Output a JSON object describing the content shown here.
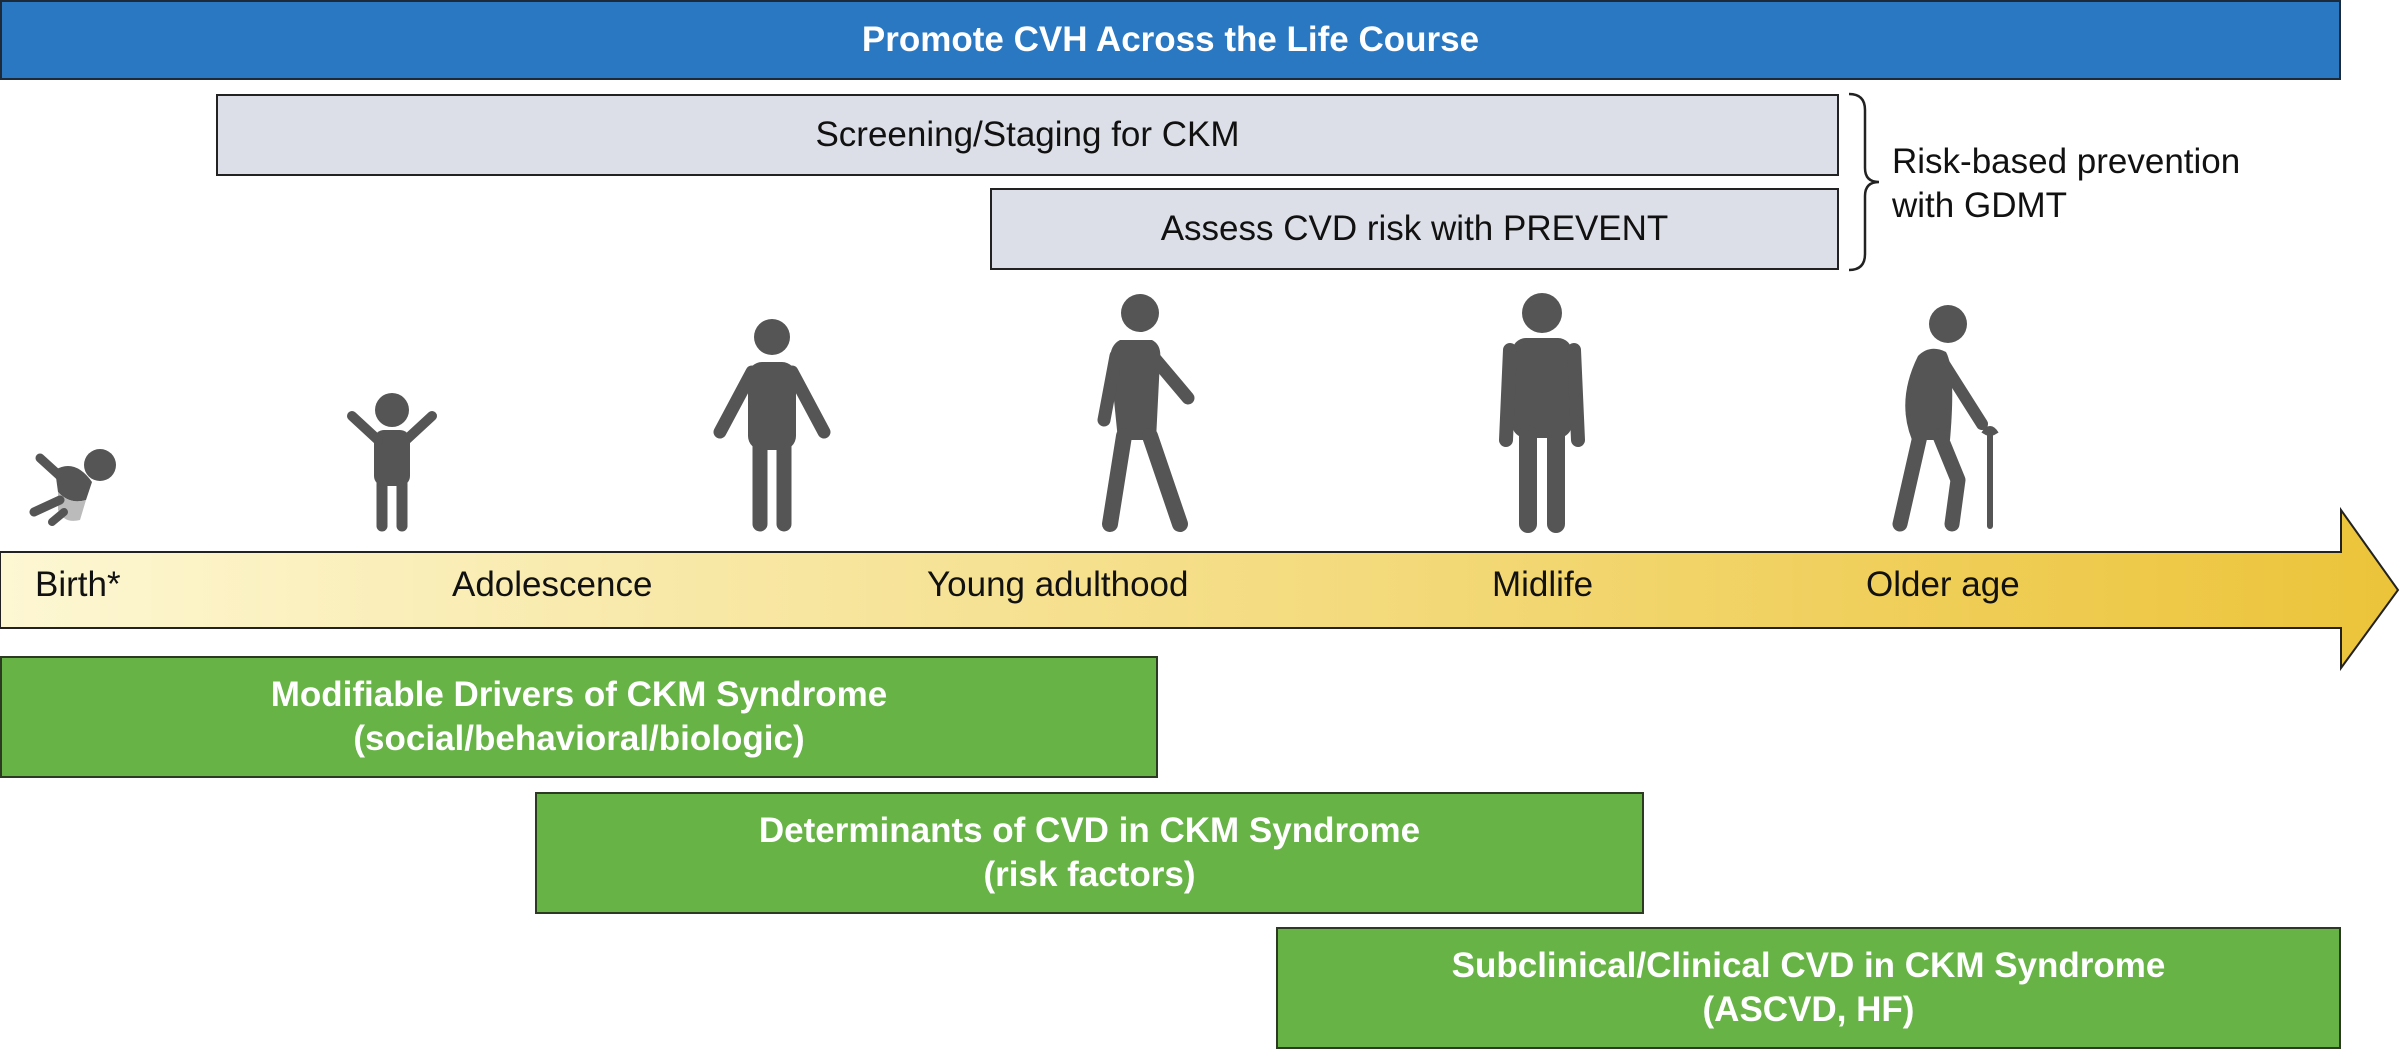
{
  "banner": {
    "title": "Promote CVH Across the Life Course"
  },
  "screening": {
    "label": "Screening/Staging for CKM"
  },
  "assess": {
    "label": "Assess CVD risk with PREVENT"
  },
  "risk_prevention": {
    "line1": "Risk-based prevention",
    "line2": "with GDMT"
  },
  "timeline": {
    "stages": [
      "Birth*",
      "Adolescence",
      "Young adulthood",
      "Midlife",
      "Older age"
    ],
    "gradient_start": "#fdf7d3",
    "gradient_end": "#ecc43a"
  },
  "figures": {
    "icons": [
      "baby-icon",
      "child-icon",
      "adolescent-icon",
      "young-adult-walking-icon",
      "midlife-adult-icon",
      "older-adult-with-cane-icon"
    ],
    "color": "#555555"
  },
  "drivers": {
    "line1": "Modifiable Drivers of CKM Syndrome",
    "line2": "(social/behavioral/biologic)"
  },
  "determinants": {
    "line1": "Determinants of CVD in CKM Syndrome",
    "line2": "(risk factors)"
  },
  "subclinical": {
    "line1": "Subclinical/Clinical CVD in CKM Syndrome",
    "line2": "(ASCVD, HF)"
  },
  "colors": {
    "banner": "#2a78c2",
    "grey_bar": "#dcdfe7",
    "green_box": "#67b346"
  }
}
